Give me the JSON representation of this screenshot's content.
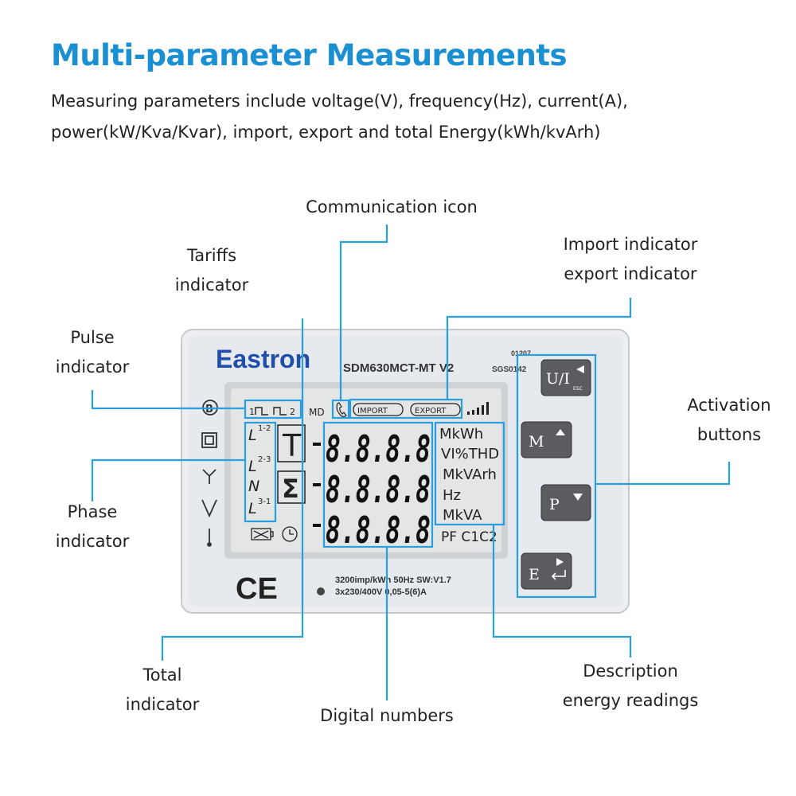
{
  "header": {
    "title": "Multi-parameter Measurements",
    "line1": "Measuring parameters include voltage(V), frequency(Hz), current(A),",
    "line2": "power(kW/Kva/Kvar), import, export and total Energy(kWh/kvArh)"
  },
  "callouts": {
    "communication": "Communication icon",
    "tariffs_1": "Tariffs",
    "tariffs_2": "indicator",
    "import_1": "Import indicator",
    "import_2": "export indicator",
    "pulse_1": "Pulse",
    "pulse_2": "indicator",
    "activation_1": "Activation",
    "activation_2": "buttons",
    "phase_1": "Phase",
    "phase_2": "indicator",
    "total_1": "Total",
    "total_2": "indicator",
    "digital": "Digital numbers",
    "description_1": "Description",
    "description_2": "energy readings"
  },
  "meter": {
    "brand": "Eastron",
    "model": "SDM630MCT-MT V2",
    "code_top": "01207",
    "code": "SGS0142",
    "md": "MD",
    "import_tag": "IMPORT",
    "export_tag": "EXPORT",
    "pulse_1": "1",
    "pulse_2": "2",
    "phase_l12": "L",
    "phase_l12_sup": "1-2",
    "phase_l23": "L",
    "phase_l23_sup": "2-3",
    "phase_n": "N",
    "phase_l31": "L",
    "phase_l31_sup": "3-1",
    "tariff_symbol": "T",
    "total_symbol": "Σ",
    "digits_row1": "8.8.8.8",
    "digits_row2": "8.8.8.8",
    "digits_row3": "8.8.8.8",
    "unit_1": "MkWh",
    "unit_2": "VI%THD",
    "unit_3": "MkVArh",
    "unit_4": "Hz",
    "unit_5": "MkVA",
    "unit_6": "PF C1C2",
    "btn_ui": "U/I",
    "btn_ui_sub": "ESC",
    "btn_m": "M",
    "btn_p": "P",
    "btn_e": "E",
    "ce_mark": "CE",
    "spec_1": "3200imp/kWh  50Hz  SW:V1.7",
    "spec_2": "3x230/400V  0,05-5(6)A"
  },
  "colors": {
    "accent": "#1a8fd2",
    "callout_line": "#2a9fe0",
    "lcd": "#e2e4e3",
    "panel": "#e8ebee"
  }
}
